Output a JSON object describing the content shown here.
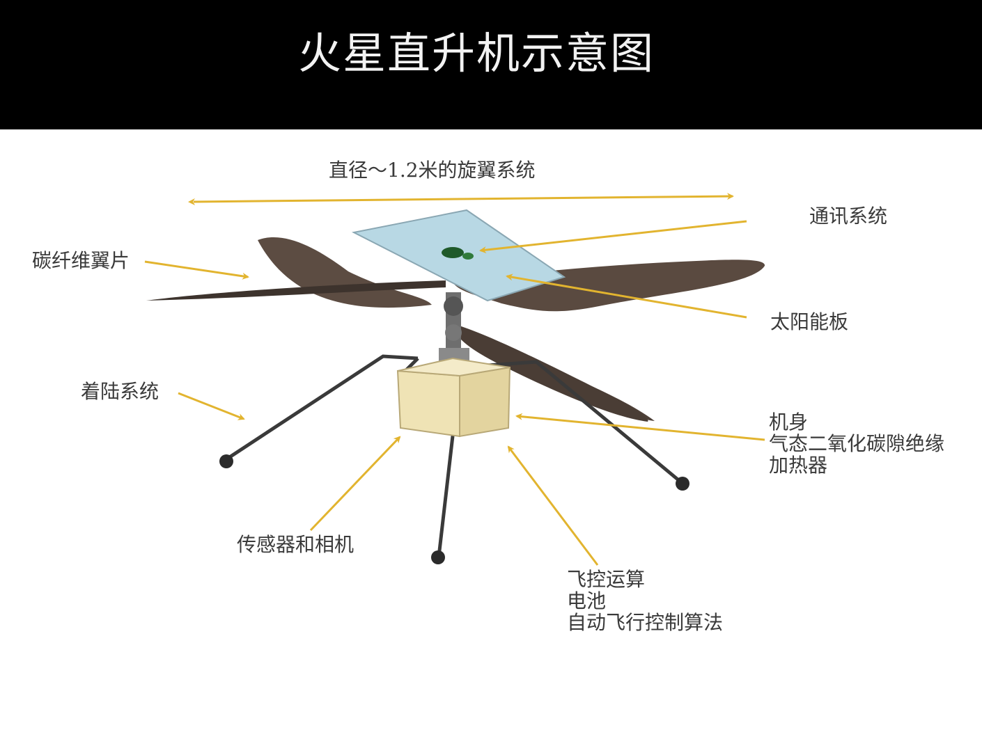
{
  "title": "火星直升机示意图",
  "colors": {
    "header_bg": "#000000",
    "arrow": "#e2b42f",
    "blade": "#5a4a40",
    "body": "#efe3b5",
    "solar_panel": "#b8d8e4",
    "leg": "#3a3a3a"
  },
  "labels": {
    "rotor": "直径～1.2米的旋翼系统",
    "comm": "通讯系统",
    "blades": "碳纤维翼片",
    "solar": "太阳能板",
    "landing": "着陆系统",
    "body_lines": [
      "机身",
      "气态二氧化碳隙绝缘",
      "加热器"
    ],
    "sensors": "传感器和相机",
    "avionics_lines": [
      "飞控运算",
      "电池",
      "自动飞行控制算法"
    ]
  }
}
